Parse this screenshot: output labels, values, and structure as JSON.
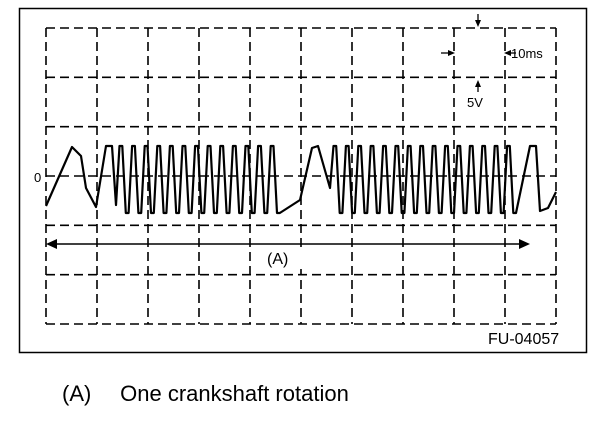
{
  "figure": {
    "zero_label": "0",
    "span_label": "(A)",
    "time_scale": "10ms",
    "voltage_scale": "5V",
    "figure_code": "FU-04057"
  },
  "caption": {
    "tag": "(A)",
    "text": "One crankshaft rotation"
  },
  "chart_data": {
    "type": "line",
    "title": "",
    "xlabel": "",
    "ylabel": "",
    "grid": true,
    "grid_divisions": {
      "x": 10,
      "y": 6
    },
    "scale": {
      "time_per_division": "10ms",
      "volts_per_division": "5V"
    },
    "waveform": "crankshaft position sensor AC signal; tooth pulses with two missing-tooth gaps per rotation",
    "marked_span": {
      "label": "(A)",
      "meaning": "One crankshaft rotation"
    }
  }
}
